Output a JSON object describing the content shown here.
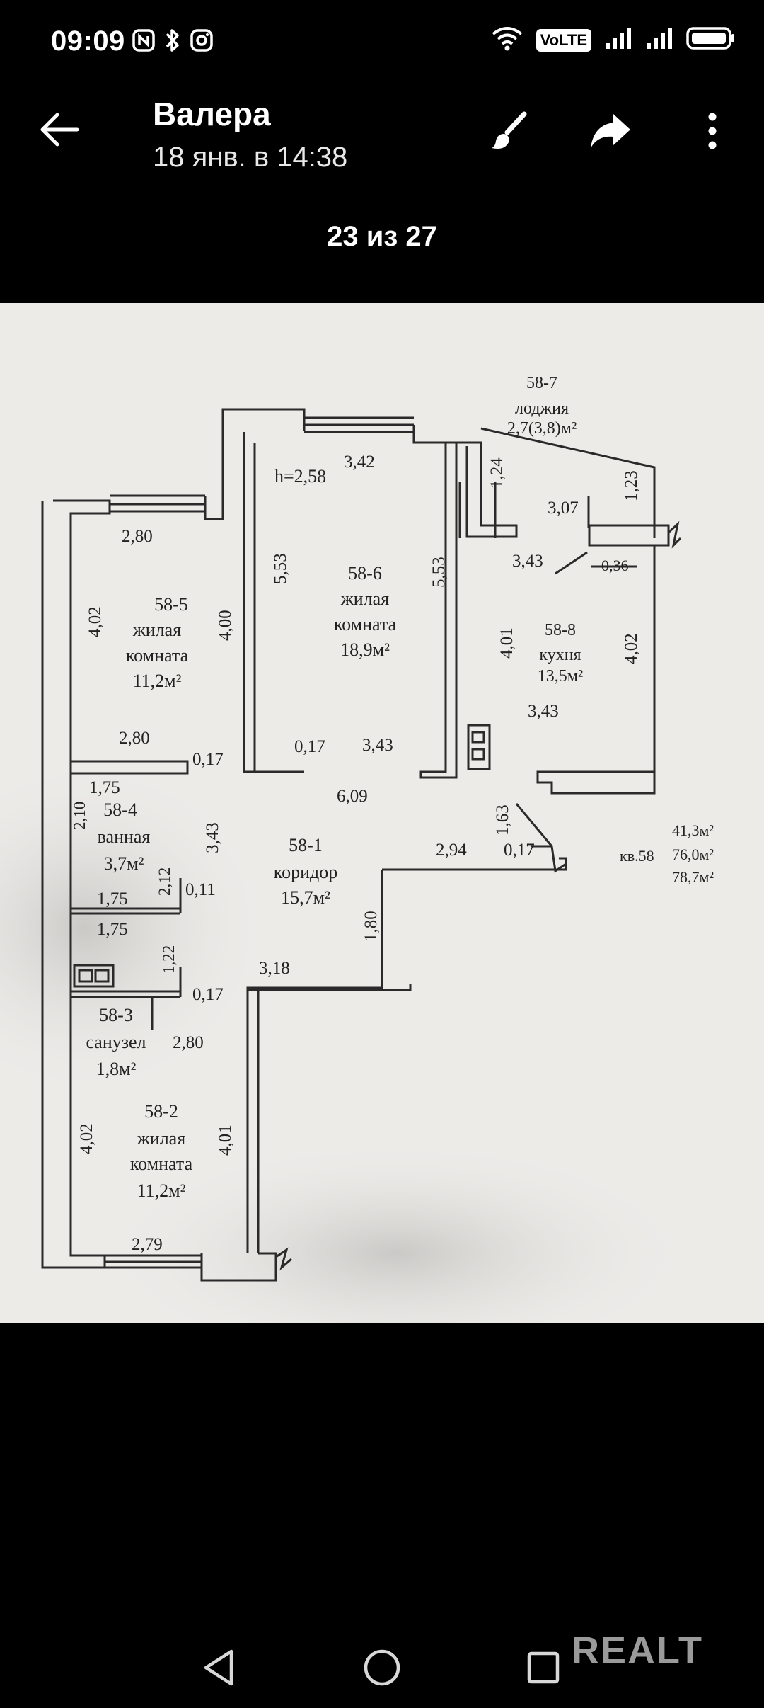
{
  "status_bar": {
    "time": "09:09",
    "left_icons": [
      "nfc-icon",
      "bluetooth-icon",
      "instagram-icon"
    ],
    "right_icons": [
      "wifi-icon",
      "volte-icon",
      "signal-icon",
      "signal-icon",
      "battery-icon"
    ],
    "volte_label": "VoLTE"
  },
  "header": {
    "sender": "Валера",
    "date": "18 янв. в 14:38",
    "counter": "23 из 27"
  },
  "plan": {
    "rooms": [
      {
        "id": "58-5",
        "type": "жилая",
        "type2": "комната",
        "area": "11,2м²"
      },
      {
        "id": "58-6",
        "type": "жилая",
        "type2": "комната",
        "area": "18,9м²"
      },
      {
        "id": "58-7",
        "type": "лоджия",
        "area": "2,7(3,8)м²"
      },
      {
        "id": "58-8",
        "type": "кухня",
        "area": "13,5м²"
      },
      {
        "id": "58-4",
        "type": "ванная",
        "area": "3,7м²"
      },
      {
        "id": "58-1",
        "type": "коридор",
        "area": "15,7м²"
      },
      {
        "id": "58-3",
        "type": "санузел",
        "area": "1,8м²"
      },
      {
        "id": "58-2",
        "type": "жилая",
        "type2": "комната",
        "area": "11,2м²"
      }
    ],
    "height": "h=2,58",
    "apartment": "кв.58",
    "totals": [
      "41,3м²",
      "76,0м²",
      "78,7м²"
    ],
    "dims": {
      "d342": "3,42",
      "d280a": "2,80",
      "d402a": "4,02",
      "d400": "4,00",
      "d553a": "5,53",
      "d553b": "5,53",
      "d124": "1,24",
      "d307": "3,07",
      "d123": "1,23",
      "d343a": "3,43",
      "d036": "0,36",
      "d401a": "4,01",
      "d402b": "4,02",
      "d343b": "3,43",
      "d280b": "2,80",
      "d017a": "0,17",
      "d017b": "0,17",
      "d343c": "3,43",
      "d175a": "1,75",
      "d210": "2,10",
      "d343d": "3,43",
      "d609": "6,09",
      "d163": "1,63",
      "d294": "2,94",
      "d017c": "0,17",
      "d212": "2,12",
      "d011": "0,11",
      "d175b": "1,75",
      "d175c": "1,75",
      "d180": "1,80",
      "d122": "1,22",
      "d318": "3,18",
      "d017d": "0,17",
      "d280c": "2,80",
      "d402c": "4,02",
      "d401b": "4,01",
      "d279": "2,79"
    }
  },
  "watermark": "REALT",
  "nav": [
    "back-nav",
    "home-nav",
    "recents-nav"
  ]
}
